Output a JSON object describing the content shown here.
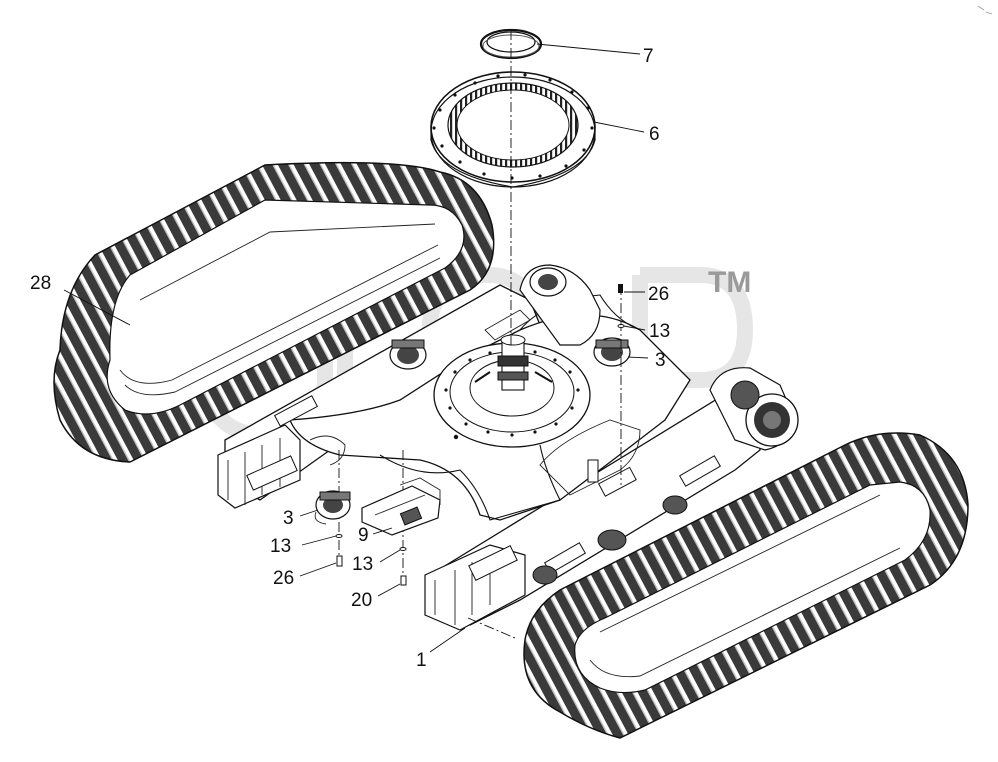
{
  "diagram": {
    "trademark": "TM",
    "callouts": [
      {
        "id": "c7",
        "label": "7"
      },
      {
        "id": "c6",
        "label": "6"
      },
      {
        "id": "c28",
        "label": "28"
      },
      {
        "id": "c26a",
        "label": "26"
      },
      {
        "id": "c13a",
        "label": "13"
      },
      {
        "id": "c3a",
        "label": "3"
      },
      {
        "id": "c3b",
        "label": "3"
      },
      {
        "id": "c9",
        "label": "9"
      },
      {
        "id": "c13b",
        "label": "13"
      },
      {
        "id": "c13c",
        "label": "13"
      },
      {
        "id": "c26b",
        "label": "26"
      },
      {
        "id": "c20",
        "label": "20"
      },
      {
        "id": "c1",
        "label": "1"
      }
    ]
  }
}
